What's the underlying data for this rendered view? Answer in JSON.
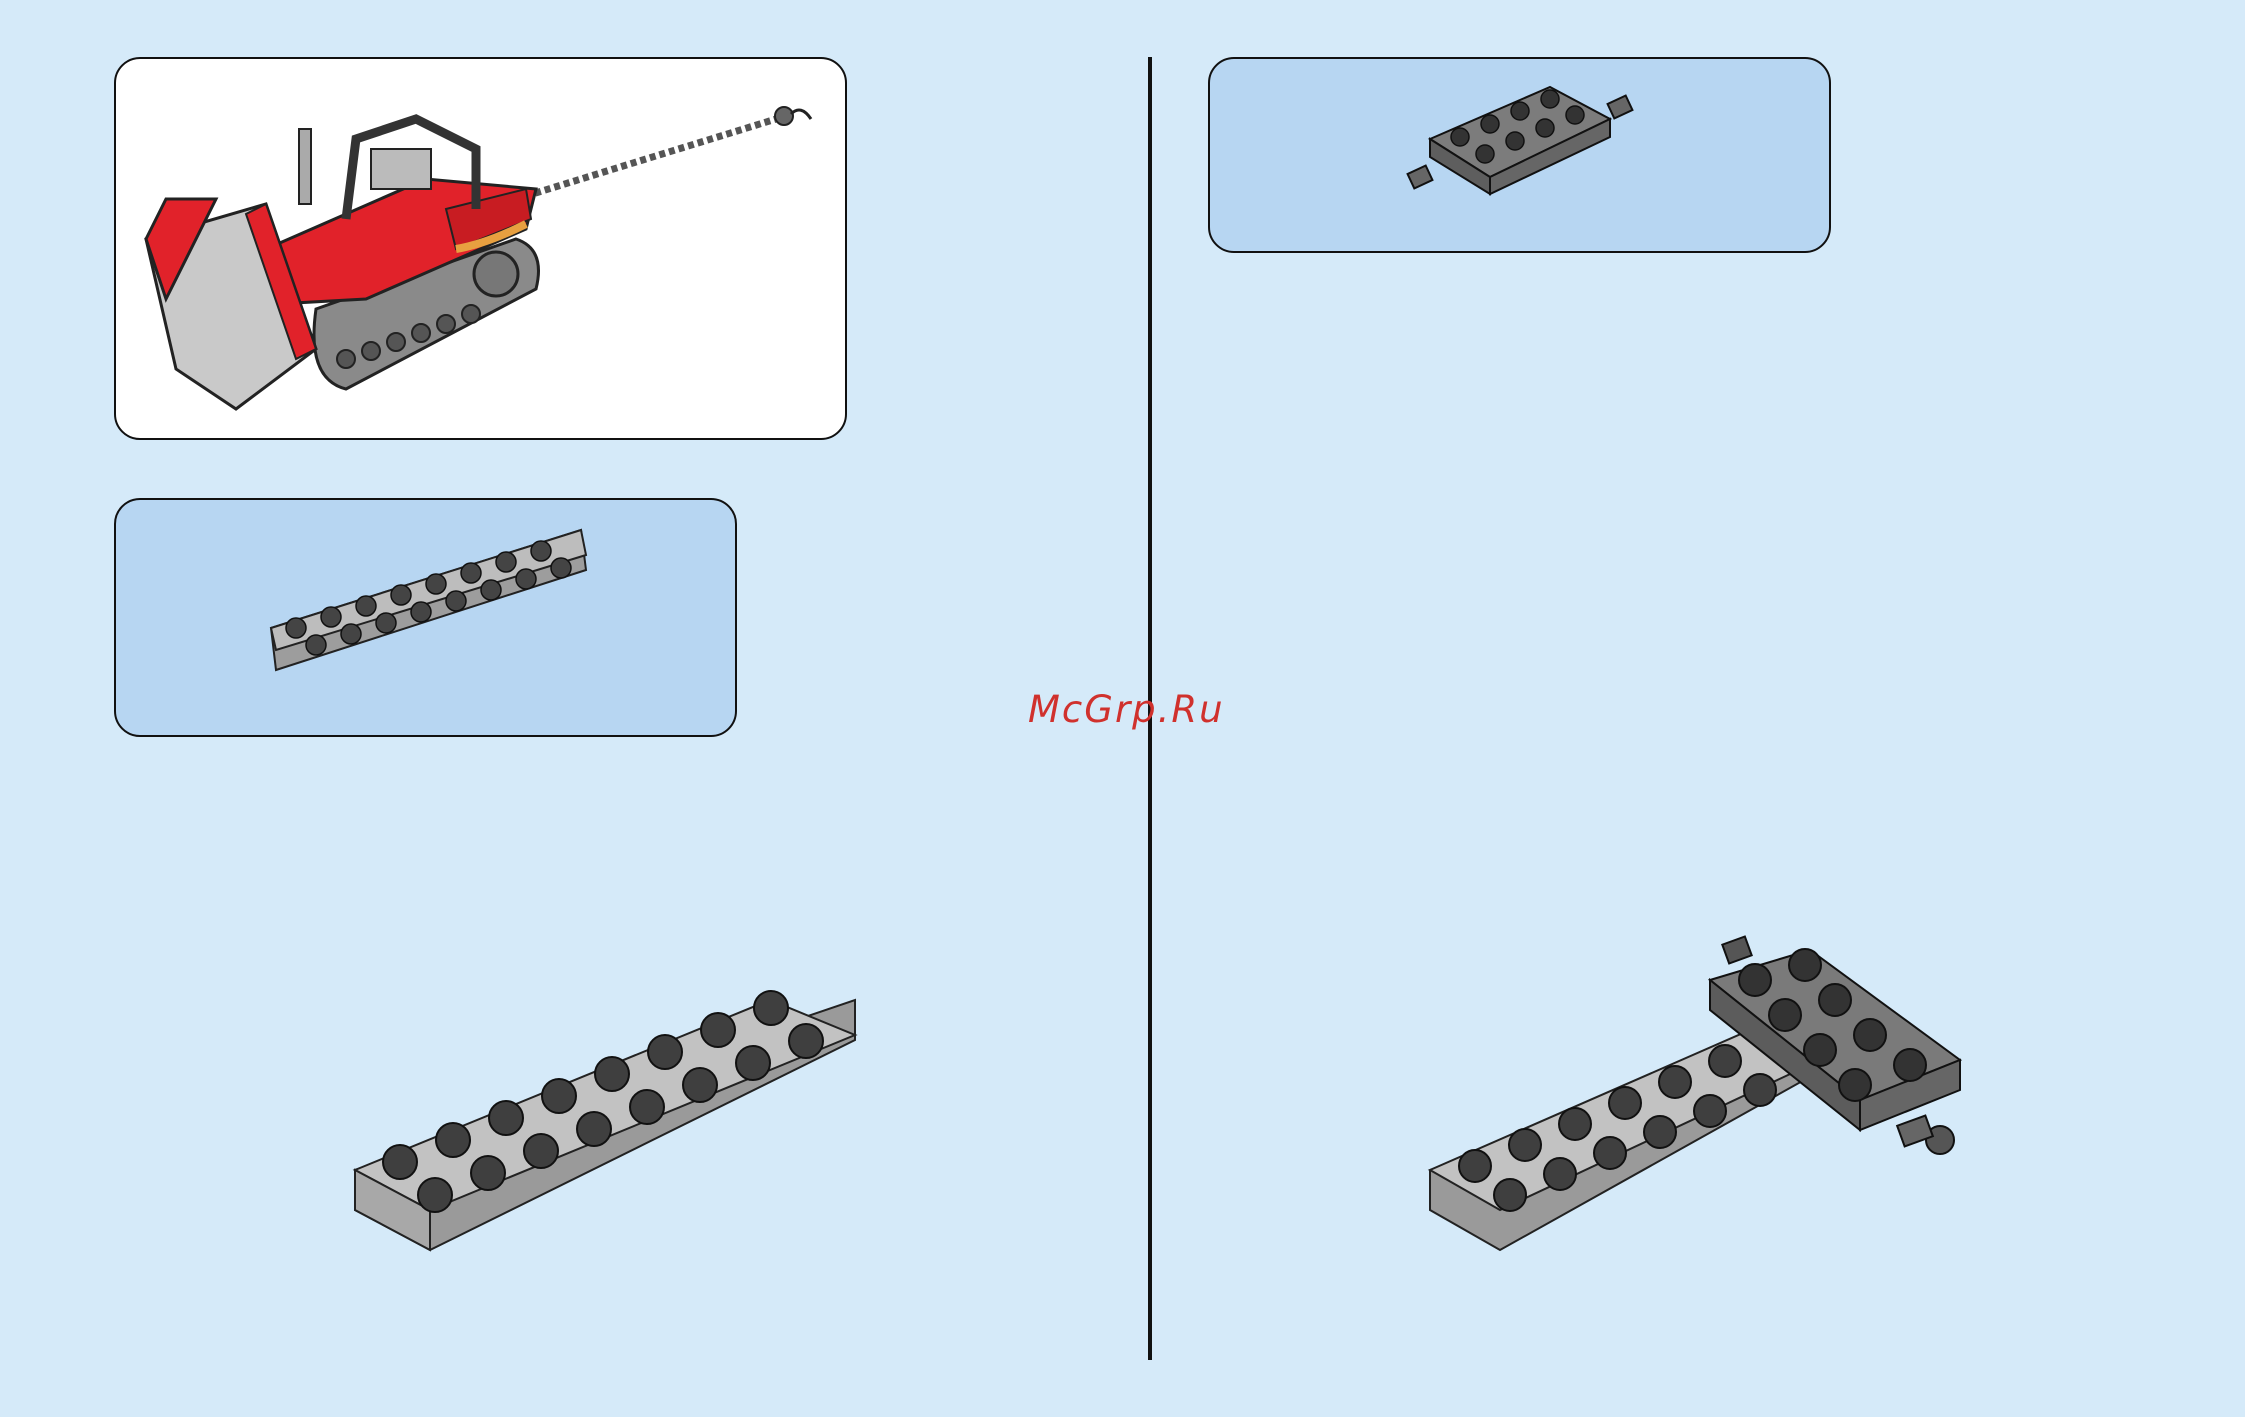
{
  "document": {
    "type": "building-instructions-page",
    "background_color": "#d5eaf9",
    "panel_fill_color": "#b7d6f2",
    "preview_panel": {
      "subject": "red-bulldozer-with-chain",
      "icons": [
        "bulldozer-model"
      ]
    },
    "left_page": {
      "parts_callout": {
        "items": [
          {
            "part": "plate-2x8",
            "color": "light-gray",
            "quantity_label": ""
          }
        ]
      },
      "assembly_step": {
        "parts": [
          "plate-2x8"
        ]
      }
    },
    "right_page": {
      "parts_callout": {
        "items": [
          {
            "part": "plate-2x4-with-wheel-holders",
            "color": "dark-gray",
            "quantity_label": ""
          }
        ]
      },
      "assembly_step": {
        "parts": [
          "plate-2x8",
          "plate-2x4-with-wheel-holders"
        ]
      }
    },
    "watermark": {
      "text": "McGrp.Ru",
      "color": "#d0312d"
    }
  }
}
